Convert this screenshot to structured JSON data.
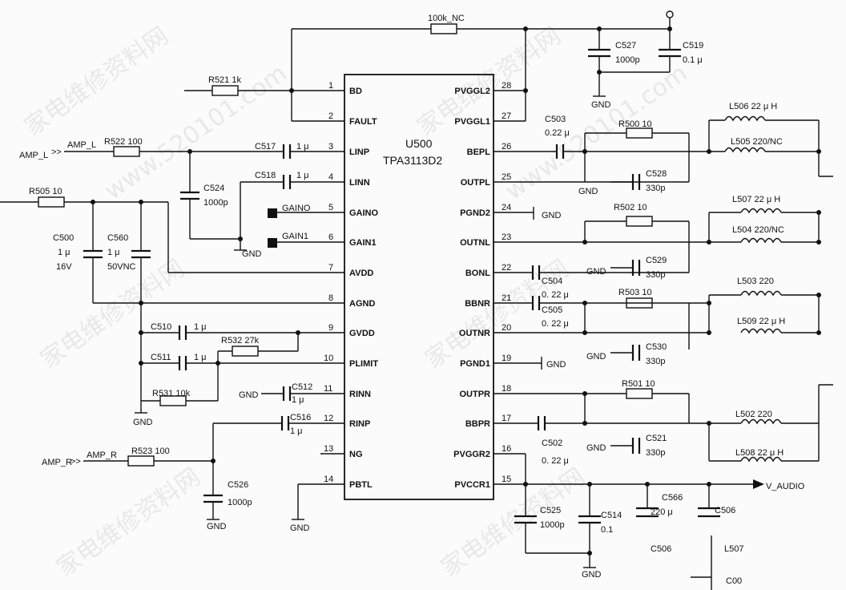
{
  "watermark": {
    "text": "家电维修资料网",
    "url": "www.520101.com"
  },
  "ic": {
    "ref": "U500",
    "part": "TPA3113D2",
    "left_pins": [
      {
        "num": "1",
        "name": "BD"
      },
      {
        "num": "2",
        "name": "FAULT"
      },
      {
        "num": "3",
        "name": "LINP"
      },
      {
        "num": "4",
        "name": "LINN"
      },
      {
        "num": "5",
        "name": "GAINO"
      },
      {
        "num": "6",
        "name": "GAIN1"
      },
      {
        "num": "7",
        "name": "AVDD"
      },
      {
        "num": "8",
        "name": "AGND"
      },
      {
        "num": "9",
        "name": "GVDD"
      },
      {
        "num": "10",
        "name": "PLIMIT"
      },
      {
        "num": "11",
        "name": "RINN"
      },
      {
        "num": "12",
        "name": "RINP"
      },
      {
        "num": "13",
        "name": "NG"
      },
      {
        "num": "14",
        "name": "PBTL"
      }
    ],
    "right_pins": [
      {
        "num": "28",
        "name": "PVGGL2"
      },
      {
        "num": "27",
        "name": "PVGGL1"
      },
      {
        "num": "26",
        "name": "BEPL"
      },
      {
        "num": "25",
        "name": "OUTPL"
      },
      {
        "num": "24",
        "name": "PGND2"
      },
      {
        "num": "23",
        "name": "OUTNL"
      },
      {
        "num": "22",
        "name": "BONL"
      },
      {
        "num": "21",
        "name": "BBNR"
      },
      {
        "num": "20",
        "name": "OUTNR"
      },
      {
        "num": "19",
        "name": "PGND1"
      },
      {
        "num": "18",
        "name": "OUTPR"
      },
      {
        "num": "17",
        "name": "BBPR"
      },
      {
        "num": "16",
        "name": "PVGGR2"
      },
      {
        "num": "15",
        "name": "PVCCR1"
      }
    ]
  },
  "labels": {
    "gnd": "GND",
    "r_top": "100k_NC",
    "c527": "C527",
    "c527_val": "1000p",
    "c519": "C519",
    "c519_val": "0.1 μ",
    "r521": "R521  1k",
    "amp_l": "AMP_L",
    "amp_l_net": "AMP_L",
    "r522": "R522  100",
    "c517": "C517",
    "c517_val": "1 μ",
    "c518": "C518",
    "c518_val": "1 μ",
    "c524": "C524",
    "c524_val": "1000p",
    "gain0": "GAINO",
    "gain1": "GAIN1",
    "r505": "R505  10",
    "c500": "C500",
    "c500_val": "1 μ",
    "c500_v": "16V",
    "c560": "C560",
    "c560_val": "1 μ",
    "c560_v": "50VNC",
    "c510": "C510",
    "c510_val": "1 μ",
    "c511": "C511",
    "c511_val": "1 μ",
    "r532": "R532  27k",
    "r531": "R531  10k",
    "c512": "C512",
    "c512_val": "1 μ",
    "c516": "C516",
    "c516_val": "1 μ",
    "amp_r": "AMP_R",
    "amp_r_net": "AMP_R",
    "r523": "R523  100",
    "c526": "C526",
    "c526_val": "1000p",
    "c503": "C503",
    "c503_val": "0.22 μ",
    "r500": "R500  10",
    "l506": "L506  22 μ H",
    "l505": "L505  220/NC",
    "c528": "C528",
    "c528_val": "330p",
    "r502": "R502  10",
    "l507": "L507  22 μ H",
    "l504": "L504  220/NC",
    "c529": "C529",
    "c529_val": "330p",
    "c504": "C504",
    "c504_val": "0. 22 μ",
    "c505": "C505",
    "c505_val": "0. 22 μ",
    "r503": "R503  10",
    "l503": "L503  220",
    "l509": "L509  22 μ H",
    "c530": "C530",
    "c530_val": "330p",
    "r501": "R501  10",
    "c502": "C502",
    "c502_val": "0. 22 μ",
    "l502": "L502  220",
    "l508": "L508  22 μ H",
    "c521": "C521",
    "c521_val": "330p",
    "v_audio": "V_AUDIO",
    "c525": "C525",
    "c525_val": "1000p",
    "c514": "C514",
    "c514_val": "0.1",
    "c566": "C566",
    "c566_val": "220 μ",
    "c506": "C506",
    "faint1": "C506",
    "faint2": "L507",
    "faint3": "C00"
  }
}
